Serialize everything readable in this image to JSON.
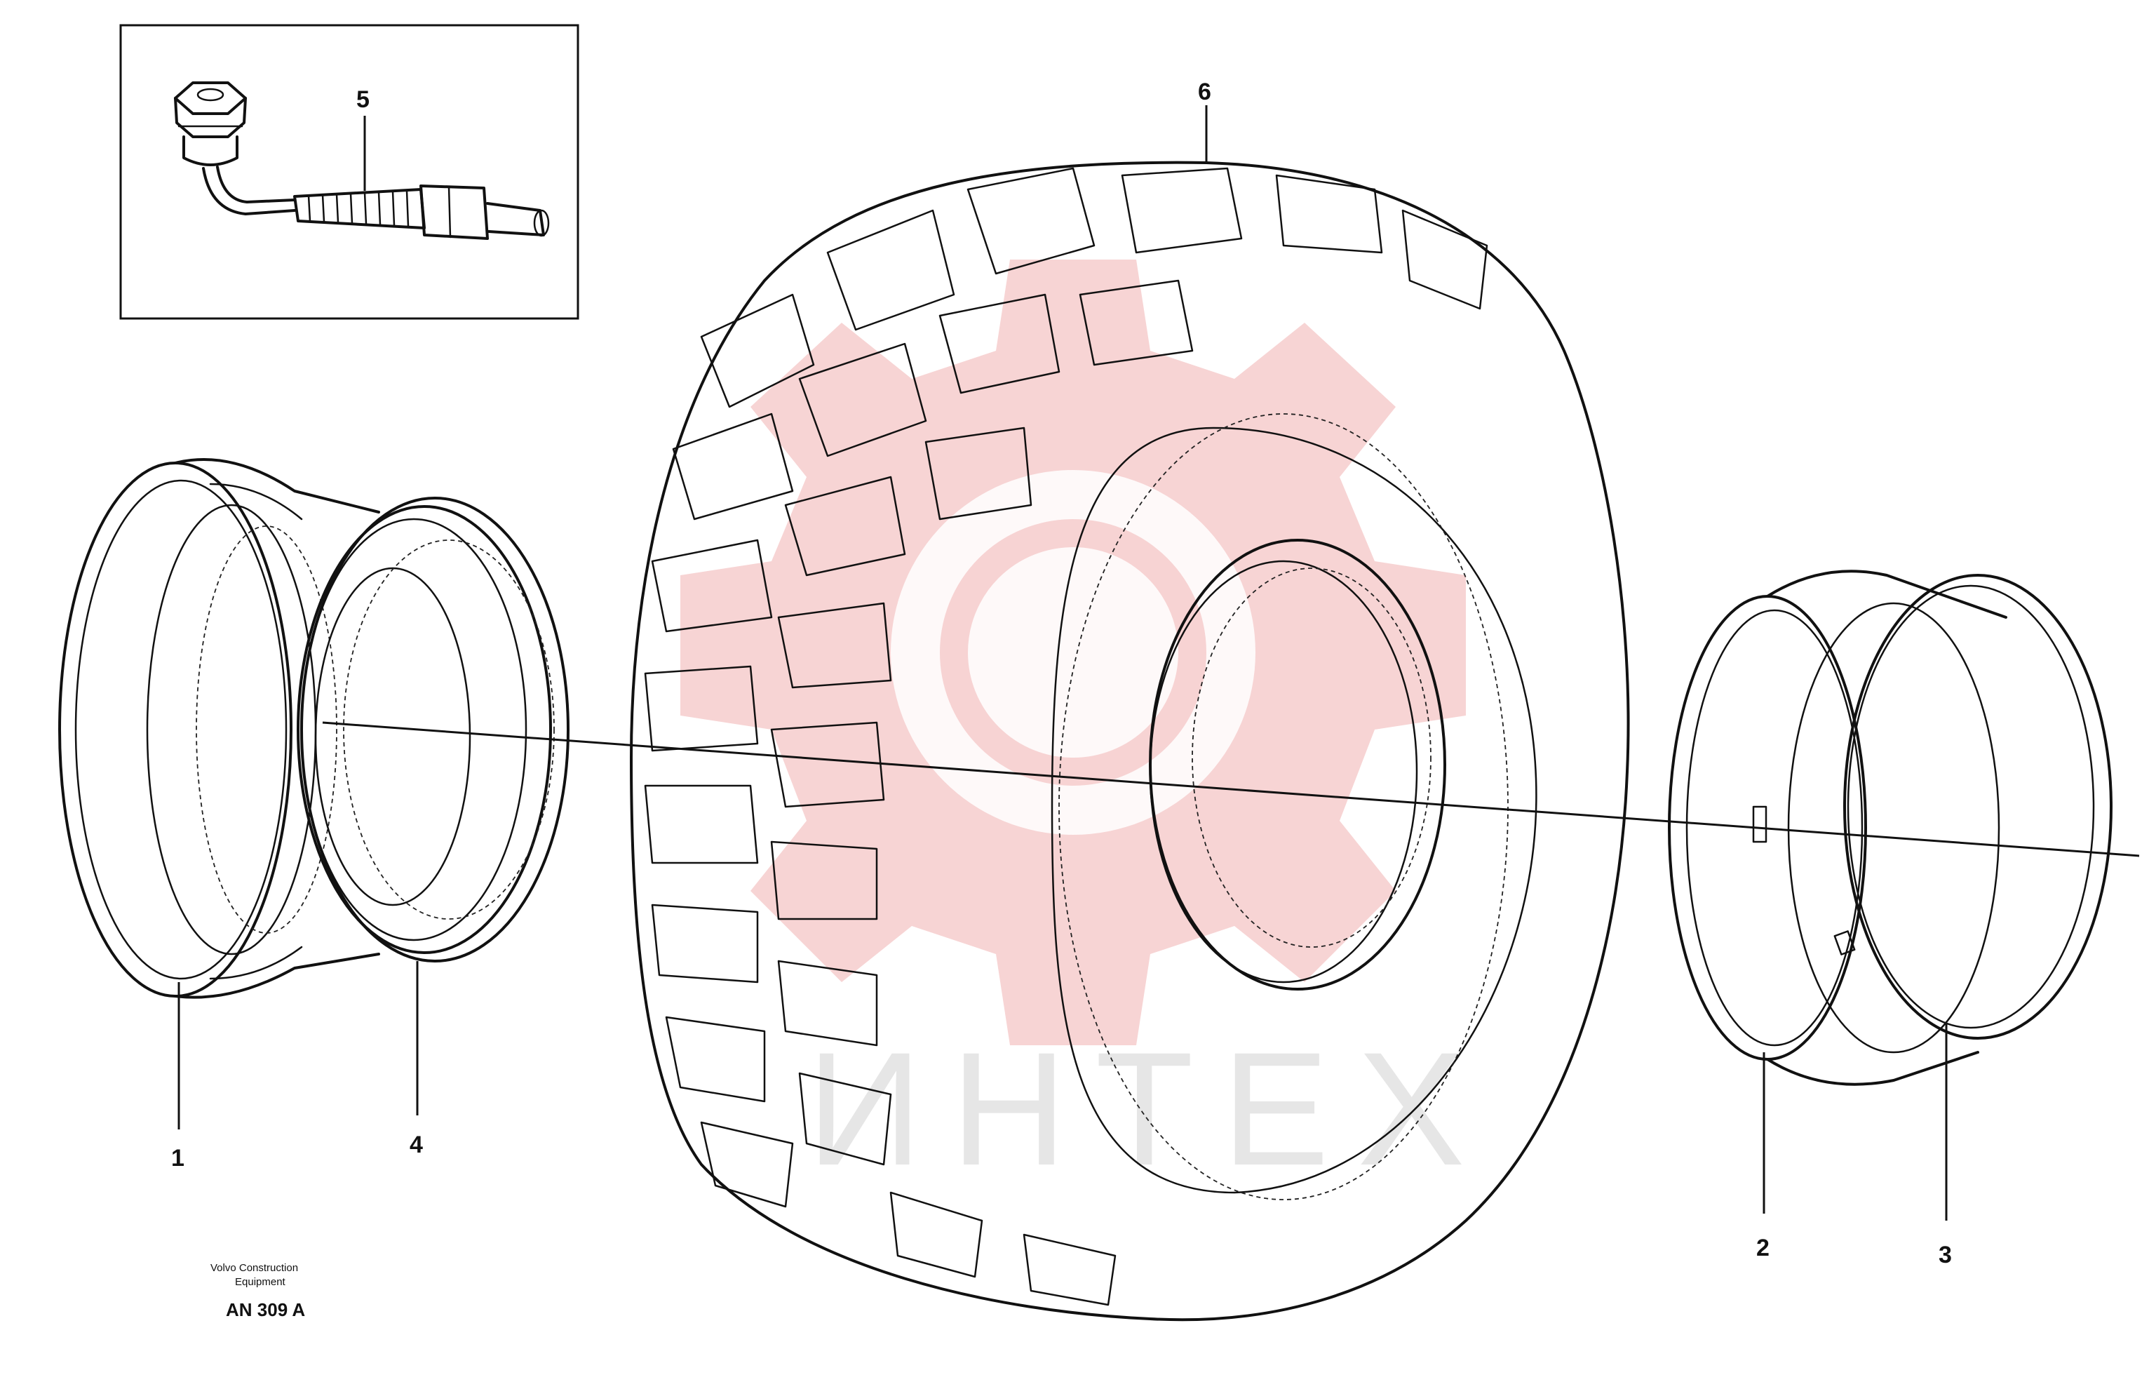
{
  "watermark": {
    "text": "ИНТЕХ",
    "gear_color": "#f5c9c9",
    "text_color": "#e6e6e6"
  },
  "callouts": [
    {
      "id": "1",
      "label": "1"
    },
    {
      "id": "2",
      "label": "2"
    },
    {
      "id": "3",
      "label": "3"
    },
    {
      "id": "4",
      "label": "4"
    },
    {
      "id": "5",
      "label": "5"
    },
    {
      "id": "6",
      "label": "6"
    }
  ],
  "caption": {
    "company_line1": "Volvo Construction",
    "company_line2": "Equipment",
    "drawing_code": "AN 309 A"
  },
  "colors": {
    "ink": "#111111",
    "background": "#ffffff"
  }
}
